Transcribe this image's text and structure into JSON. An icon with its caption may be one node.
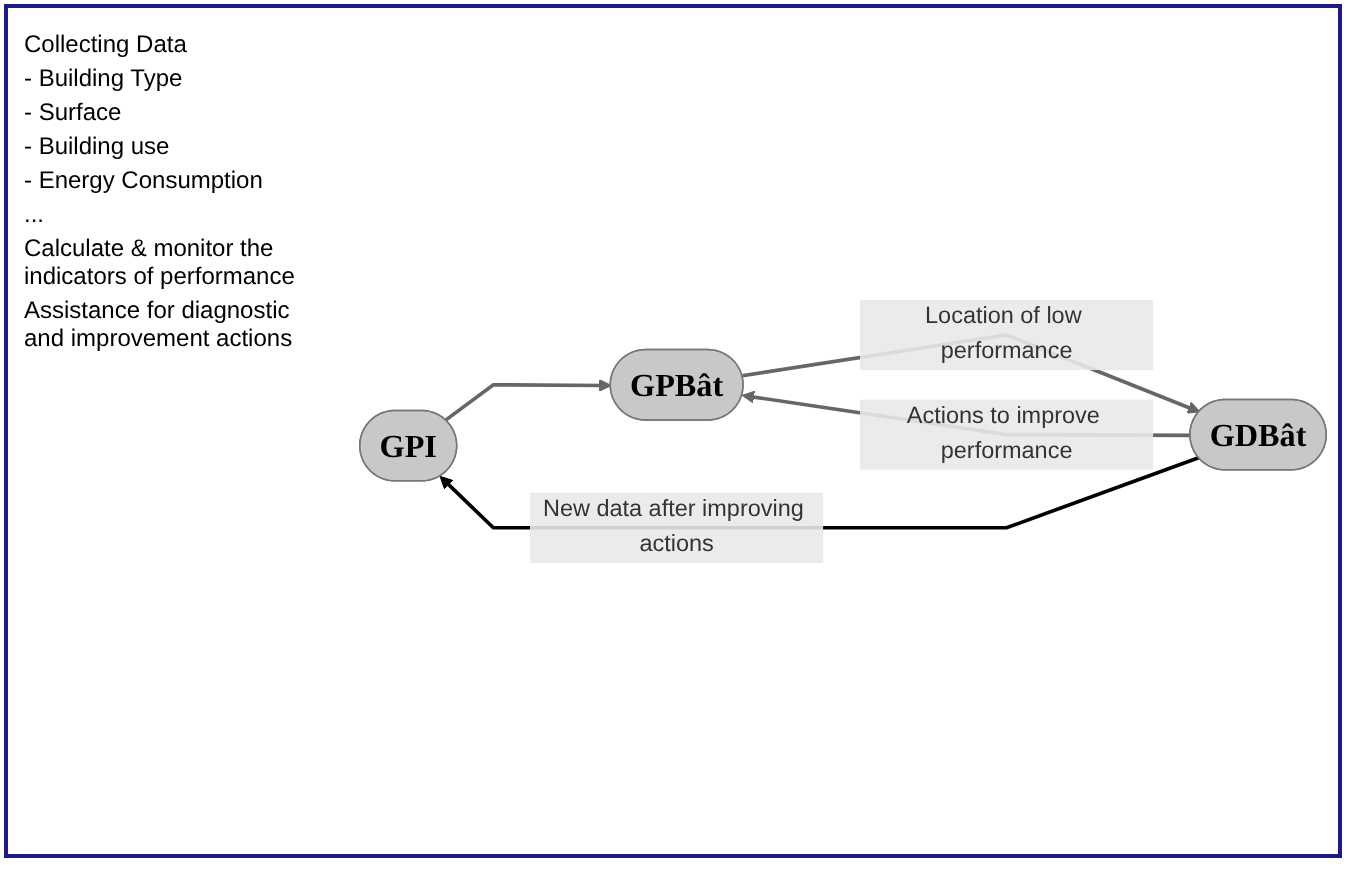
{
  "diagram": {
    "nodes": [
      {
        "text": [
          "GPI"
        ]
      },
      {
        "text": [
          "GPBât"
        ]
      },
      {
        "text": [
          "GDBât"
        ]
      }
    ],
    "edges": [
      {
        "from": 0,
        "to": 1,
        "arrow": "to"
      },
      {
        "from": 1,
        "to": 2,
        "arrow": "to",
        "label": "Location of low performance"
      },
      {
        "from": 2,
        "to": 1,
        "arrow": "to",
        "label": "Actions to improve performance"
      },
      {
        "from": 2,
        "to": 0,
        "arrow": "to",
        "color": "#000000",
        "label": "New data after improving actions"
      }
    ],
    "labels": [
      "Collecting Data",
      "- Building Type",
      "- Surface",
      "- Building use",
      "- Energy Consumption",
      "...",
      "Calculate & monitor the indicators of performance",
      "Assistance for diagnostic and improvement actions"
    ]
  }
}
